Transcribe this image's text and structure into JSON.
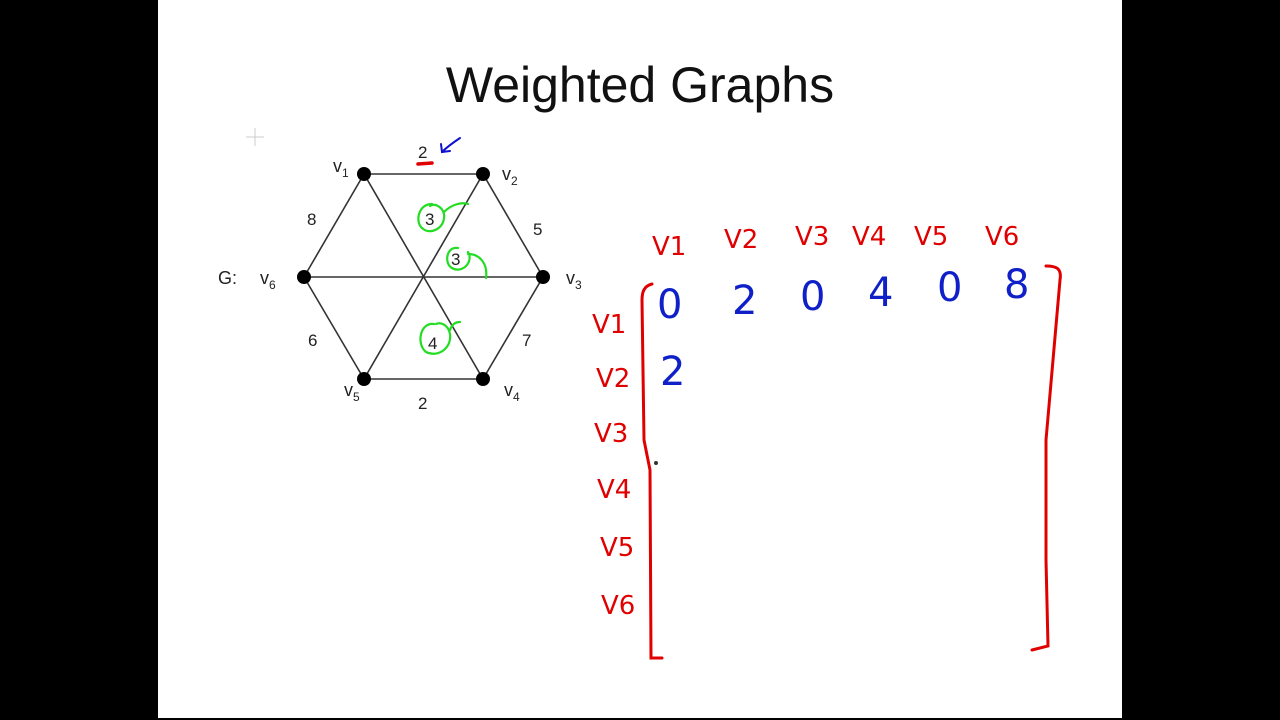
{
  "slide": {
    "title": "Weighted Graphs"
  },
  "graph": {
    "name": "G:",
    "vertices": [
      {
        "id": "v1",
        "label": "v",
        "sub": "1"
      },
      {
        "id": "v2",
        "label": "v",
        "sub": "2"
      },
      {
        "id": "v3",
        "label": "v",
        "sub": "3"
      },
      {
        "id": "v4",
        "label": "v",
        "sub": "4"
      },
      {
        "id": "v5",
        "label": "v",
        "sub": "5"
      },
      {
        "id": "v6",
        "label": "v",
        "sub": "6"
      }
    ],
    "edges": [
      {
        "from": "v1",
        "to": "v2",
        "weight": "2"
      },
      {
        "from": "v2",
        "to": "v3",
        "weight": "5"
      },
      {
        "from": "v3",
        "to": "v4",
        "weight": "7"
      },
      {
        "from": "v4",
        "to": "v5",
        "weight": "2"
      },
      {
        "from": "v5",
        "to": "v6",
        "weight": "6"
      },
      {
        "from": "v6",
        "to": "v1",
        "weight": "8"
      },
      {
        "from": "v2",
        "to": "v5",
        "weight": "3"
      },
      {
        "from": "v3",
        "to": "v6",
        "weight": "3"
      },
      {
        "from": "v1",
        "to": "v4",
        "weight": "4"
      }
    ],
    "annotation_colors": {
      "highlight": "#22dd22",
      "underline": "#e00000",
      "arrow": "#1010d0"
    }
  },
  "matrix": {
    "col_headers": [
      "V1",
      "V2",
      "V3",
      "V4",
      "V5",
      "V6"
    ],
    "row_headers": [
      "V1",
      "V2",
      "V3",
      "V4",
      "V5",
      "V6"
    ],
    "rows": [
      [
        "0",
        "2",
        "0",
        "4",
        "0",
        "8"
      ],
      [
        "2",
        "",
        "",
        "",
        "",
        ""
      ],
      [
        "",
        "",
        "",
        "",
        "",
        ""
      ],
      [
        "",
        "",
        "",
        "",
        "",
        ""
      ],
      [
        "",
        "",
        "",
        "",
        "",
        ""
      ],
      [
        "",
        "",
        "",
        "",
        "",
        ""
      ]
    ],
    "colors": {
      "headers": "#e00000",
      "values": "#1020c8",
      "brackets": "#e00000"
    }
  }
}
